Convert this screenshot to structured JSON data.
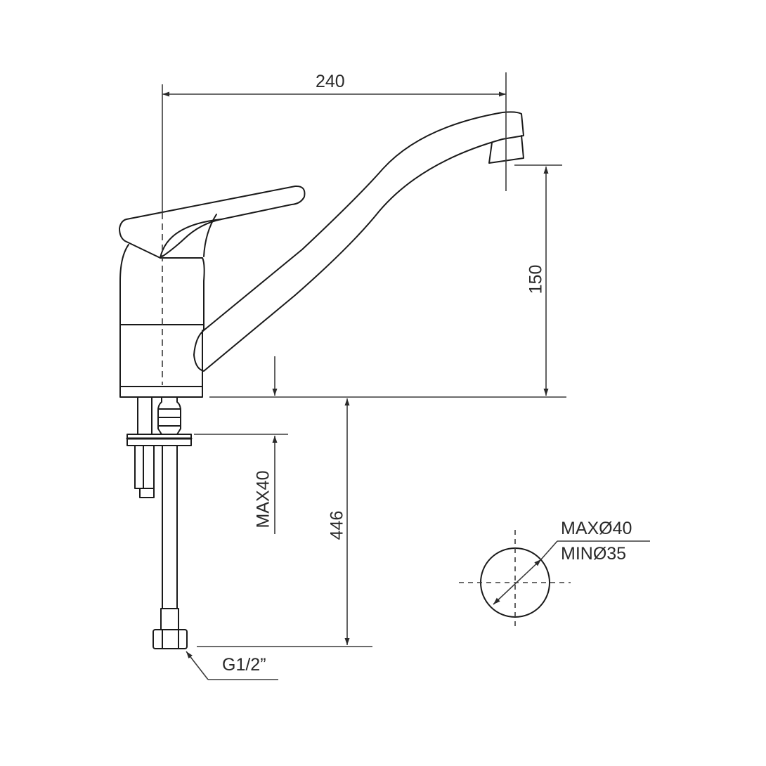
{
  "drawing": {
    "subject": "Single-lever kitchen faucet technical drawing",
    "colors": {
      "line": "#1a1a1a",
      "dim": "#3a3a3a",
      "background": "#ffffff"
    }
  },
  "dimensions": {
    "spout_reach": "240",
    "spout_height": "150",
    "total_height_below": "446",
    "max_deck_thickness": "MAX40",
    "hole_max_diameter": "MAXØ40",
    "hole_min_diameter": "MINØ35",
    "connection_thread": "G1/2”"
  }
}
